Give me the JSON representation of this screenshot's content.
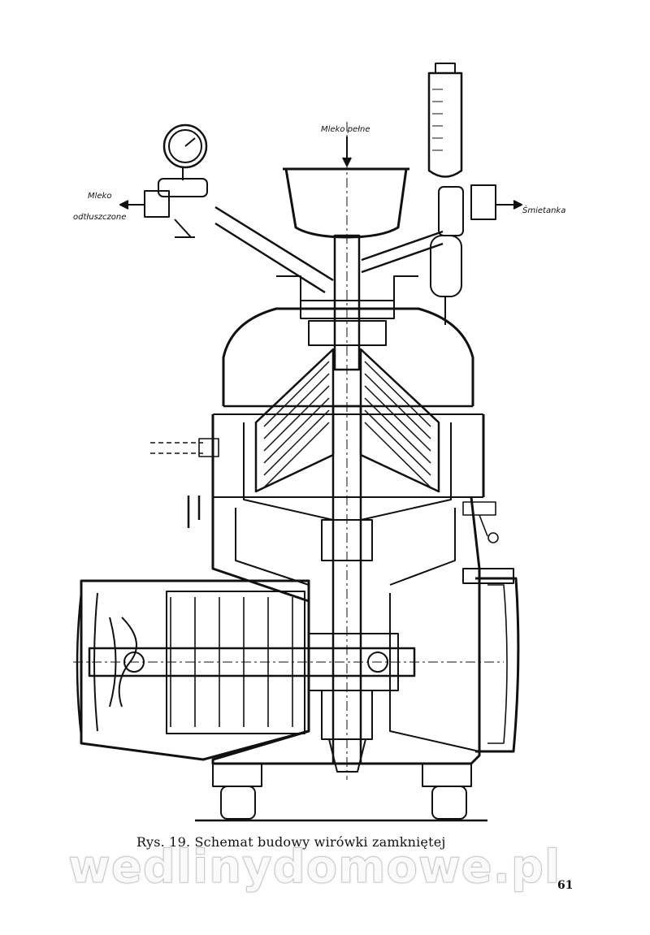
{
  "figure": {
    "labels": {
      "milk_in": "Mleko pełne",
      "skim_out_line1": "Mleko",
      "skim_out_line2": "odtłuszczone",
      "cream_out": "Śmietanka"
    }
  },
  "caption": "Rys. 19. Schemat budowy wirówki zamkniętej",
  "watermark": "wedlinydomowe.pl",
  "page_number": "61",
  "colors": {
    "ink": "#111111",
    "paper": "#ffffff"
  }
}
